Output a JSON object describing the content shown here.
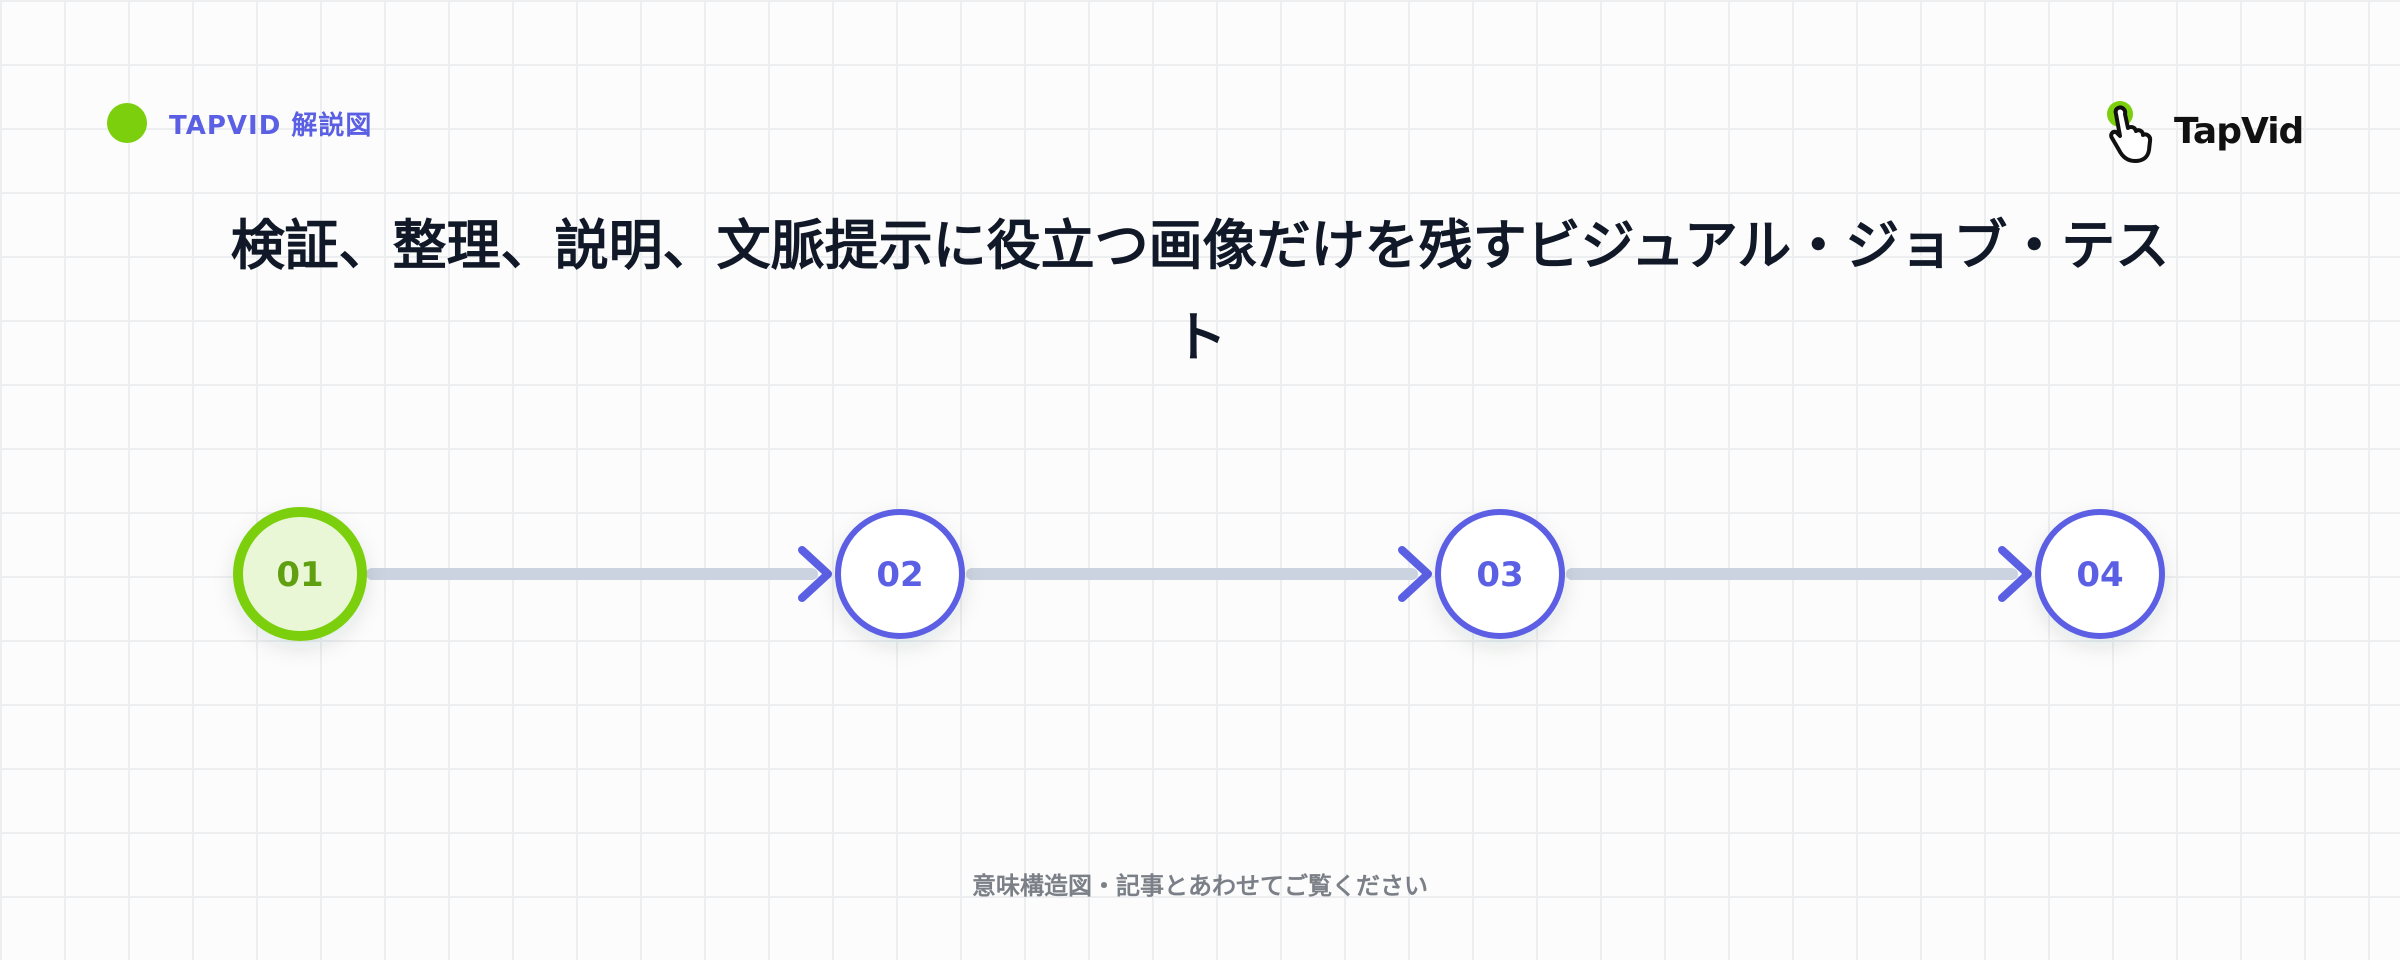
{
  "header": {
    "tag_label": "TAPVID 解説図",
    "logo_text": "TapVid"
  },
  "title": "検証、整理、説明、文脈提示に役立つ画像だけを残すビジュアル・ジョブ・テスト",
  "steps": [
    {
      "label": "01",
      "active": true
    },
    {
      "label": "02",
      "active": false
    },
    {
      "label": "03",
      "active": false
    },
    {
      "label": "04",
      "active": false
    }
  ],
  "footer_note": "意味構造図・記事とあわせてご覧ください",
  "colors": {
    "accent_green": "#7ccf0c",
    "active_fill": "#eaf7d7",
    "active_text": "#5f9f10",
    "primary": "#5b5fe3",
    "connector": "#cbd3e0",
    "title": "#111827",
    "muted": "#7b7f87"
  },
  "icons": {
    "logo_icon": "pointing-hand-icon",
    "step_arrow": "chevron-right-icon"
  }
}
